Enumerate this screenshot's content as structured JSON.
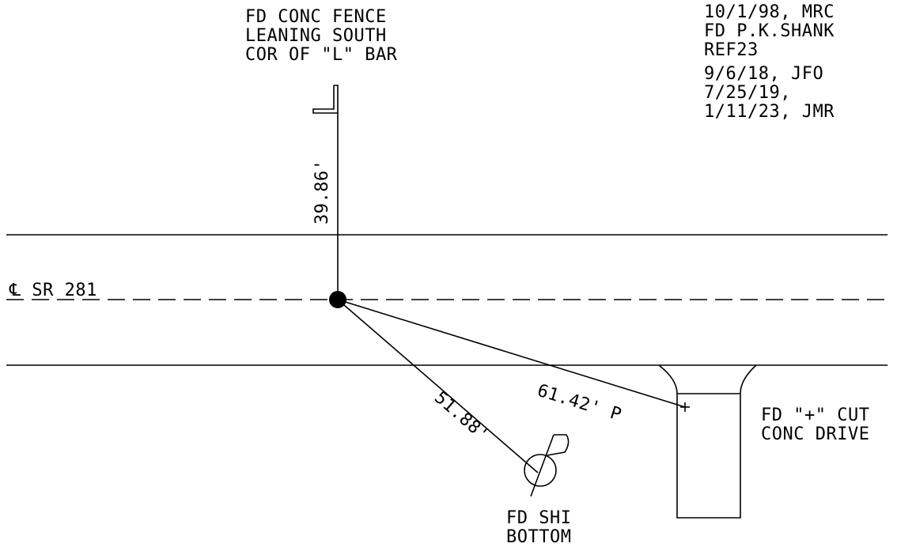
{
  "labels": {
    "fence_ref": [
      "FD CONC FENCE",
      "LEANING SOUTH",
      "COR OF \"L\" BAR"
    ],
    "history": [
      "10/1/98, MRC",
      "FD P.K.SHANK",
      "REF23",
      "9/6/18, JFO",
      "7/25/19,",
      "1/11/23, JMR"
    ],
    "centerline": "℄ SR 281",
    "dist_fence": "39.86'",
    "dist_shi": "51.88'",
    "dist_cut": "61.42' P",
    "cut_ref": [
      "FD \"+\" CUT",
      "CONC DRIVE"
    ],
    "shi_ref": [
      "FD SHI",
      "BOTTOM"
    ]
  }
}
